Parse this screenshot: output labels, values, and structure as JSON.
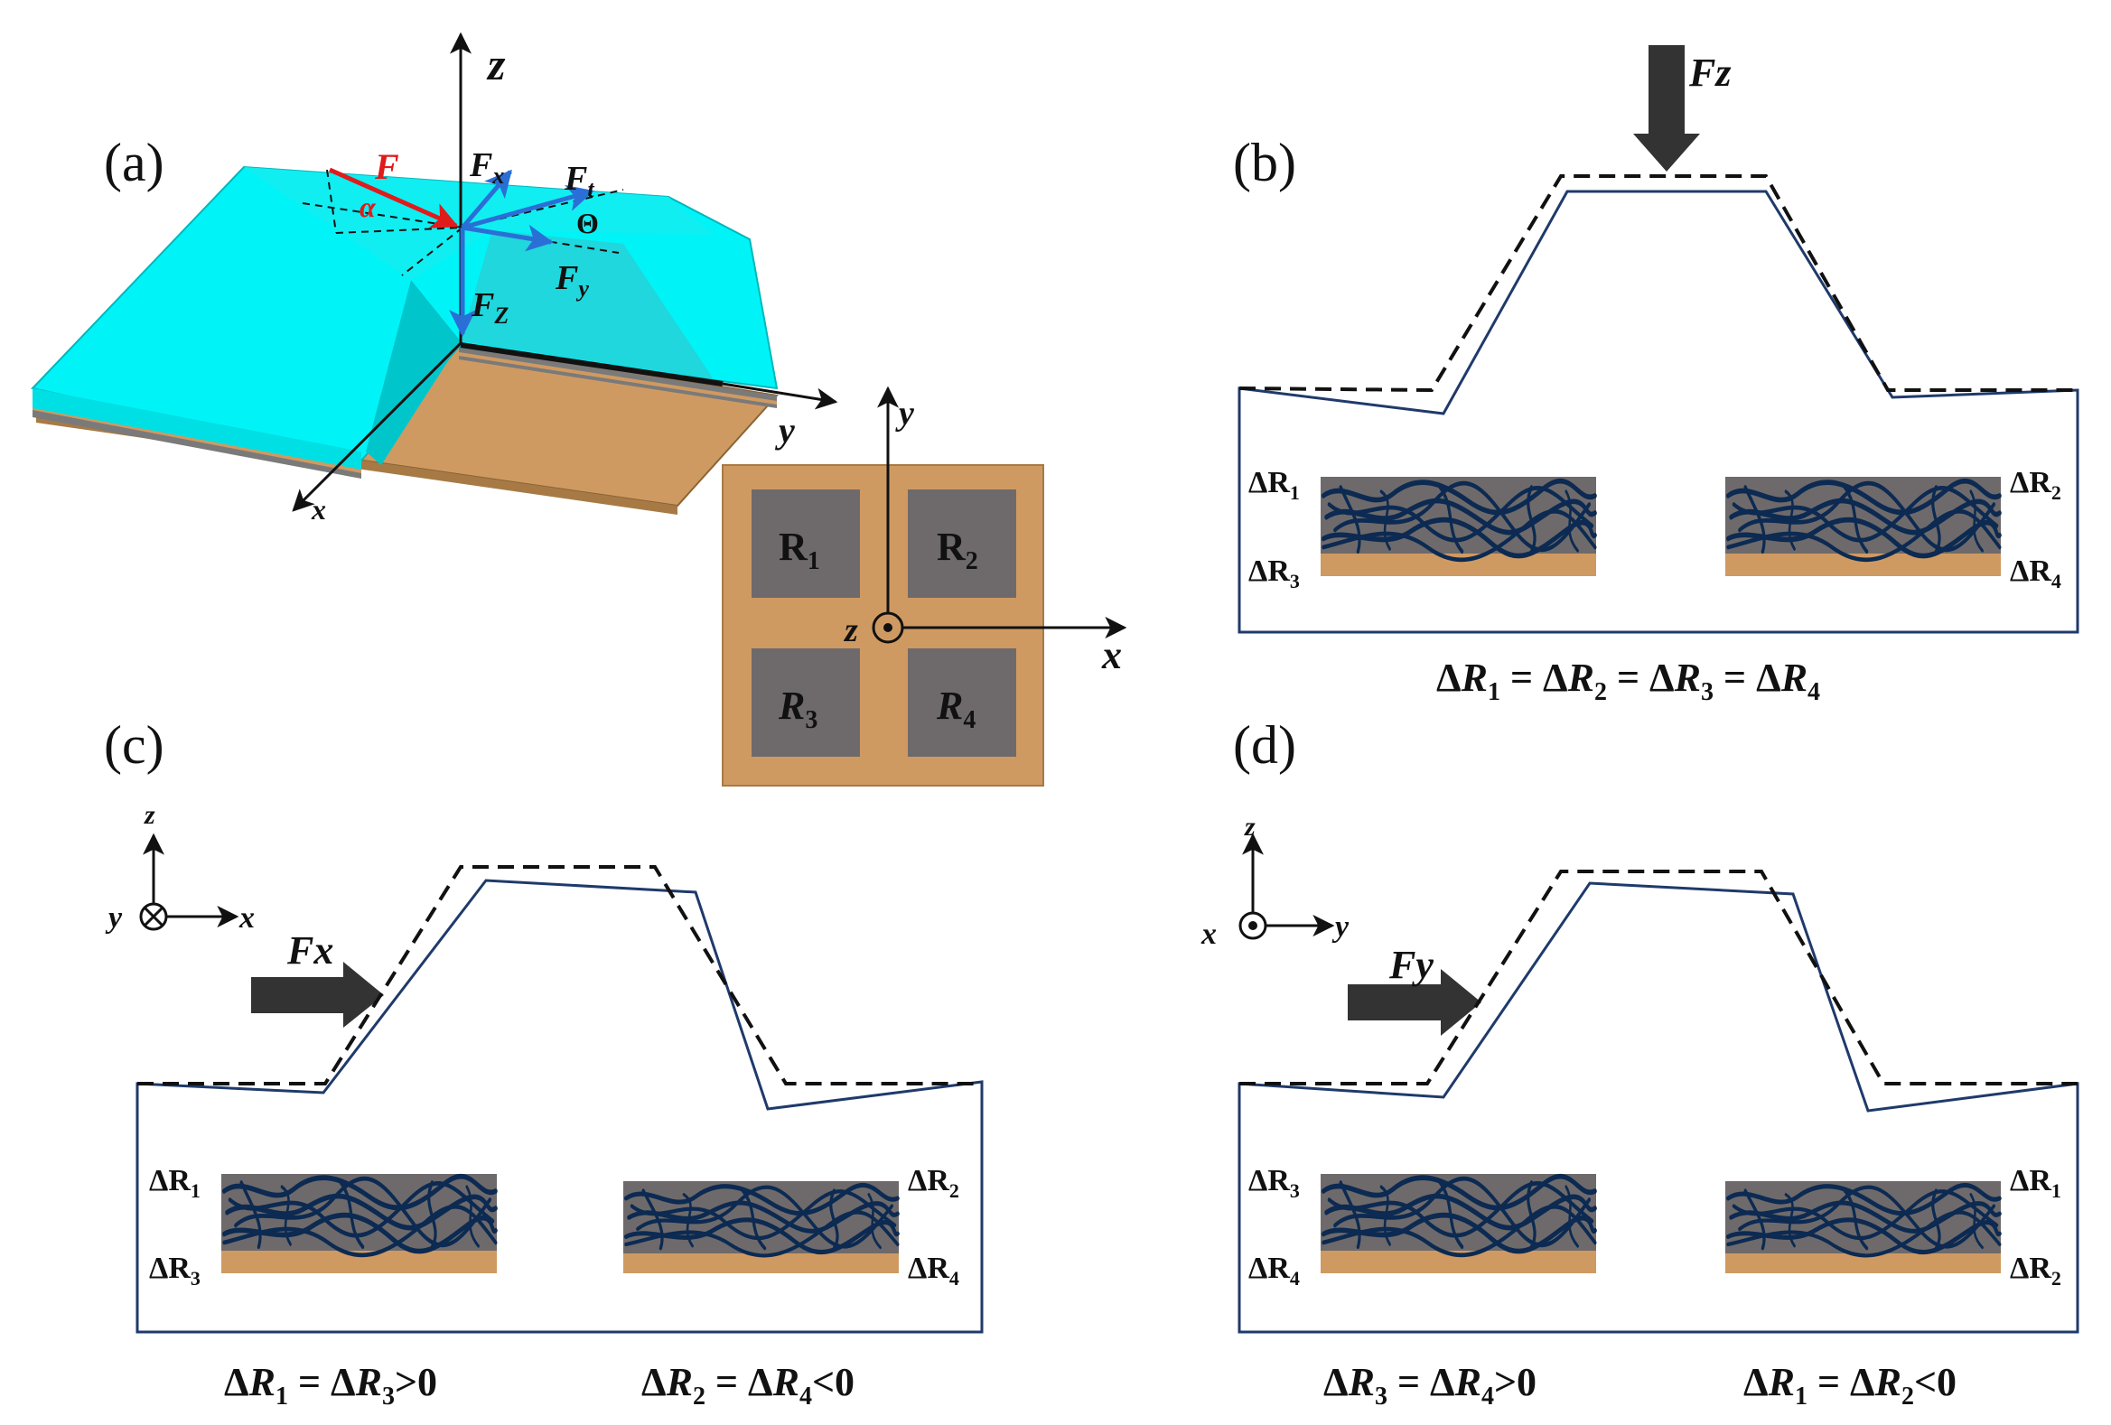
{
  "panels": {
    "a": {
      "label": "(a)",
      "axes": {
        "z": "z",
        "x": "x",
        "y": "y"
      },
      "forces": {
        "F": "F",
        "alpha": "α",
        "Fx": "F",
        "Fx_sub": "x",
        "Ft": "F",
        "Ft_sub": "t",
        "theta": "Θ",
        "Fy": "F",
        "Fy_sub": "y",
        "Fz": "F",
        "Fz_sub": "Z"
      },
      "layout_axes": {
        "x": "x",
        "y": "y",
        "z": "z"
      },
      "resistors": [
        {
          "base": "R",
          "sub": "1"
        },
        {
          "base": "R",
          "sub": "2"
        },
        {
          "base": "R",
          "sub": "3"
        },
        {
          "base": "R",
          "sub": "4"
        }
      ]
    },
    "b": {
      "label": "(b)",
      "force": "Fz",
      "left_top": {
        "base": "ΔR",
        "sub": "1"
      },
      "left_bottom": {
        "base": "ΔR",
        "sub": "3"
      },
      "right_top": {
        "base": "ΔR",
        "sub": "2"
      },
      "right_bottom": {
        "base": "ΔR",
        "sub": "4"
      },
      "equation": [
        {
          "t": "Δ"
        },
        {
          "t": "R",
          "i": true
        },
        {
          "t": "1",
          "sub": true
        },
        {
          "t": " = Δ"
        },
        {
          "t": "R",
          "i": true
        },
        {
          "t": "2",
          "sub": true
        },
        {
          "t": " = Δ"
        },
        {
          "t": "R",
          "i": true
        },
        {
          "t": "3",
          "sub": true
        },
        {
          "t": " = Δ"
        },
        {
          "t": "R",
          "i": true
        },
        {
          "t": "4",
          "sub": true
        }
      ]
    },
    "c": {
      "label": "(c)",
      "axes": {
        "z": "z",
        "y": "y",
        "x": "x"
      },
      "force": "Fx",
      "left_top": {
        "base": "ΔR",
        "sub": "1"
      },
      "left_bottom": {
        "base": "ΔR",
        "sub": "3"
      },
      "right_top": {
        "base": "ΔR",
        "sub": "2"
      },
      "right_bottom": {
        "base": "ΔR",
        "sub": "4"
      },
      "eq_left": [
        {
          "t": "Δ"
        },
        {
          "t": "R",
          "i": true
        },
        {
          "t": "1",
          "sub": true
        },
        {
          "t": " = Δ"
        },
        {
          "t": "R",
          "i": true
        },
        {
          "t": "3",
          "sub": true
        },
        {
          "t": ">0"
        }
      ],
      "eq_right": [
        {
          "t": "Δ"
        },
        {
          "t": "R",
          "i": true
        },
        {
          "t": "2",
          "sub": true
        },
        {
          "t": " = Δ"
        },
        {
          "t": "R",
          "i": true
        },
        {
          "t": "4",
          "sub": true
        },
        {
          "t": "<0"
        }
      ]
    },
    "d": {
      "label": "(d)",
      "axes": {
        "z": "z",
        "x": "x",
        "y": "y"
      },
      "force": "Fy",
      "left_top": {
        "base": "ΔR",
        "sub": "3"
      },
      "left_bottom": {
        "base": "ΔR",
        "sub": "4"
      },
      "right_top": {
        "base": "ΔR",
        "sub": "1"
      },
      "right_bottom": {
        "base": "ΔR",
        "sub": "2"
      },
      "eq_left": [
        {
          "t": "Δ"
        },
        {
          "t": "R",
          "i": true
        },
        {
          "t": "3",
          "sub": true
        },
        {
          "t": " = Δ"
        },
        {
          "t": "R",
          "i": true
        },
        {
          "t": "4",
          "sub": true
        },
        {
          "t": ">0"
        }
      ],
      "eq_right": [
        {
          "t": "Δ"
        },
        {
          "t": "R",
          "i": true
        },
        {
          "t": "1",
          "sub": true
        },
        {
          "t": " = Δ"
        },
        {
          "t": "R",
          "i": true
        },
        {
          "t": "2",
          "sub": true
        },
        {
          "t": "<0"
        }
      ]
    }
  },
  "colors": {
    "cyan_top": "#00f4f7",
    "cyan_side": "#00c6cc",
    "copper": "#cf9a62",
    "sensor_gray": "#6e6a6b",
    "fiber": "#0c2a52",
    "outline": "#1f3a6b",
    "force_red": "#e01b1b",
    "force_blue": "#2a6fd6",
    "arrow_dark": "#333333"
  }
}
